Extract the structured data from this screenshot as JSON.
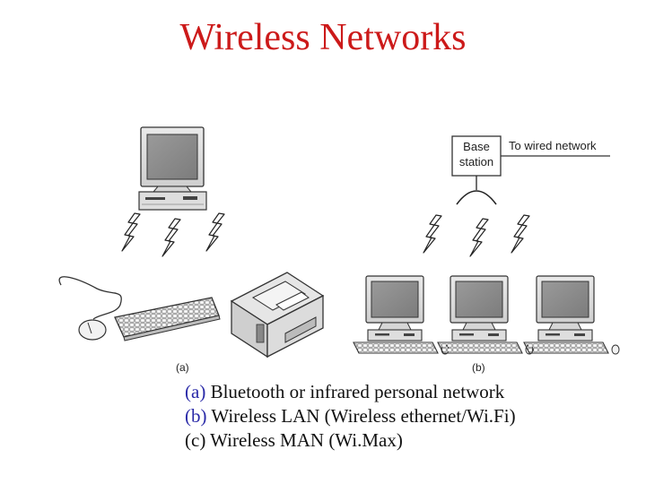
{
  "title": "Wireless Networks",
  "diagram": {
    "base_station_label_1": "Base",
    "base_station_label_2": "station",
    "wired_label": "To wired network",
    "panel_a_label": "(a)",
    "panel_b_label": "(b)"
  },
  "captions": [
    {
      "label": "(a)",
      "text": " Bluetooth or infrared personal network"
    },
    {
      "label": "(b)",
      "text": " Wireless LAN (Wireless ethernet/Wi.Fi)"
    },
    {
      "label": "(c)",
      "text": " Wireless MAN (Wi.Max)"
    }
  ],
  "colors": {
    "title": "#cc1a1a",
    "caption_label": "#2a2aa8"
  }
}
